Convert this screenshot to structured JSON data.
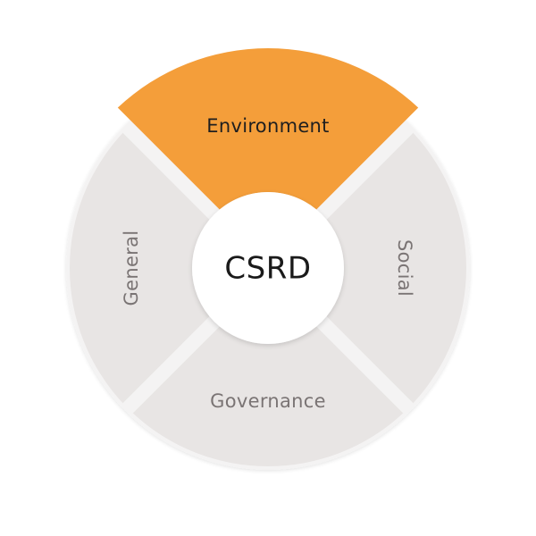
{
  "diagram": {
    "center": {
      "label": "CSRD"
    },
    "segments": [
      {
        "id": "environment",
        "label": "Environment",
        "active": true
      },
      {
        "id": "social",
        "label": "Social",
        "active": false
      },
      {
        "id": "governance",
        "label": "Governance",
        "active": false
      },
      {
        "id": "general",
        "label": "General",
        "active": false
      }
    ],
    "colors": {
      "active_fill": "#F49E3A",
      "inactive_fill": "#E8E5E4",
      "active_text": "#1F1F1F",
      "inactive_text": "#7A7474",
      "center_fill": "#FFFFFF",
      "center_text": "#1A1A1A",
      "outer_ring": "#F4F3F3"
    }
  }
}
